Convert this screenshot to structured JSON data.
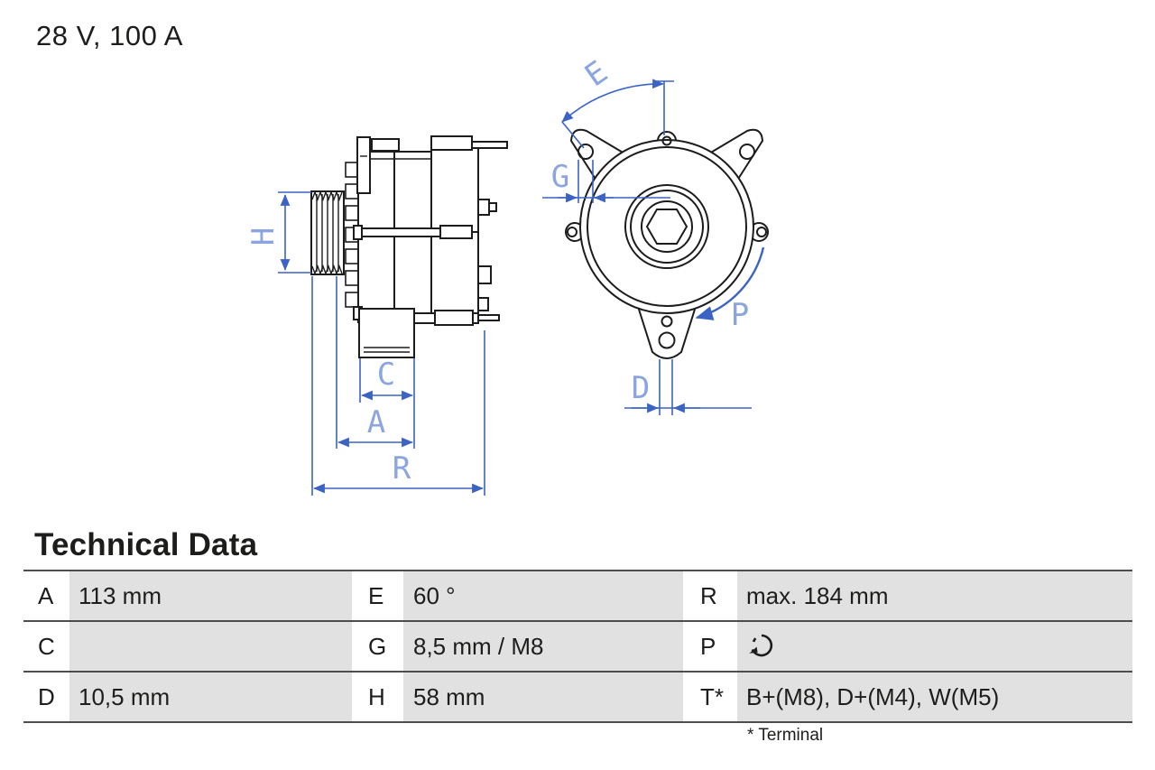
{
  "header": {
    "rating": "28 V, 100 A"
  },
  "diagram": {
    "labels": {
      "H": "H",
      "C": "C",
      "A": "A",
      "R": "R",
      "E": "E",
      "G": "G",
      "D": "D",
      "P": "P"
    },
    "views": [
      "side-view-alternator",
      "front-view-alternator"
    ],
    "icons": {
      "rotation_arrow": "clockwise-rotation-arrow"
    }
  },
  "technical_data": {
    "title": "Technical Data",
    "rows": [
      [
        {
          "key": "A",
          "value": "113 mm"
        },
        {
          "key": "E",
          "value": "60 °"
        },
        {
          "key": "R",
          "value": "max. 184 mm"
        }
      ],
      [
        {
          "key": "C",
          "value": ""
        },
        {
          "key": "G",
          "value": "8,5 mm / M8"
        },
        {
          "key": "P",
          "value": "",
          "icon": "rotation-direction-icon"
        }
      ],
      [
        {
          "key": "D",
          "value": "10,5 mm"
        },
        {
          "key": "H",
          "value": "58 mm"
        },
        {
          "key": "T*",
          "value": "B+(M8), D+(M4), W(M5)"
        }
      ]
    ],
    "footnote": "* Terminal"
  },
  "colors": {
    "dimension_blue": "#3a63c4",
    "dimension_label_blue": "#8ba5de",
    "drawing_ink": "#1c1c1c",
    "table_value_gray": "#e1e1e1",
    "table_rule": "#4d4d4d",
    "text": "#1d1d1b",
    "background": "#ffffff"
  }
}
